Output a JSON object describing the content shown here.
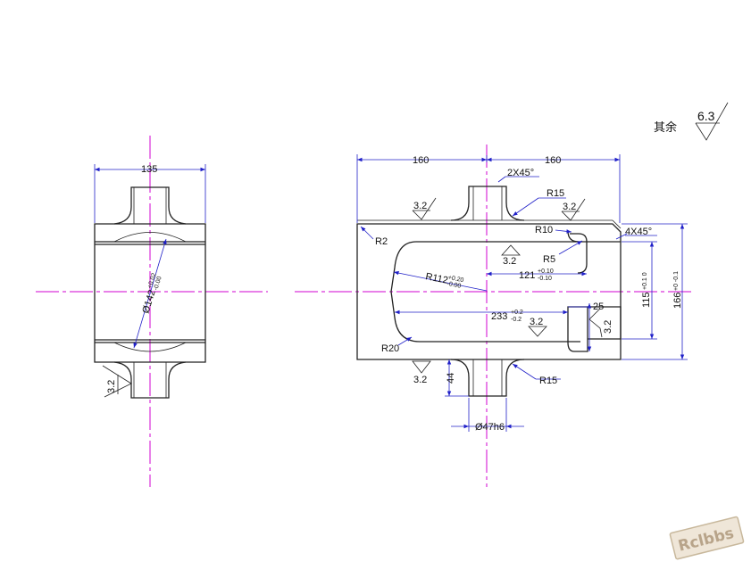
{
  "roughness_note": {
    "label": "其余",
    "value": "6.3"
  },
  "left_view": {
    "dim_width": "135",
    "dim_diameter": "Ø142",
    "dim_diameter_tol_upper": "+0.02",
    "dim_diameter_tol_lower": "-0.00",
    "roughness": "3.2"
  },
  "right_view": {
    "dim_left_width": "160",
    "dim_right_width": "160",
    "chamfer_top": "2X45°",
    "chamfer_right": "4X45°",
    "radius_top_fillet": "R15",
    "radius_bottom_fillet": "R15",
    "radius_corner": "R2",
    "radius_slot_end": "R10",
    "radius_small": "R5",
    "radius_bottom_left": "R20",
    "radius_arc": "R112",
    "radius_arc_tol_upper": "+0.20",
    "radius_arc_tol_lower": "-0.00",
    "dim_121": "121",
    "dim_121_tol_upper": "+0.10",
    "dim_121_tol_lower": "-0.10",
    "dim_233": "233",
    "dim_233_tol_upper": "+0.2",
    "dim_233_tol_lower": "-0.2",
    "dim_25": "25",
    "dim_115": "115",
    "dim_115_tol": "+0.1 0",
    "dim_166": "166",
    "dim_166_tol": "+0 -0.1",
    "dim_44": "44",
    "dim_shaft": "Ø47h6",
    "roughness_top_left": "3.2",
    "roughness_top_right": "3.2",
    "roughness_slot": "3.2",
    "roughness_inner": "3.2",
    "roughness_right_pocket": "3.2",
    "roughness_bottom": "3.2"
  },
  "watermark": {
    "text": "Rclbbs"
  }
}
